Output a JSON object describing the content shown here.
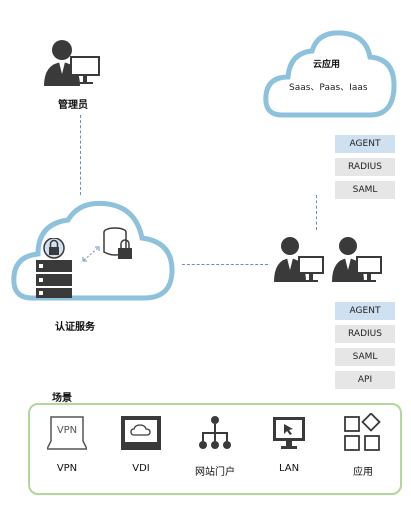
{
  "admin": {
    "label": "管理员",
    "icon": "admin-user-icon"
  },
  "cloud_app": {
    "title": "云应用",
    "subtitle": "Saas、Paas、Iaas"
  },
  "auth_service": {
    "label": "认证服务",
    "icon": "auth-server-icon"
  },
  "cloud_protocols": [
    "AGENT",
    "RADIUS",
    "SAML"
  ],
  "user_protocols": [
    "AGENT",
    "RADIUS",
    "SAML",
    "API"
  ],
  "scenarios": {
    "title": "场景",
    "items": [
      {
        "label": "VPN",
        "icon": "vpn-device-icon",
        "icon_text": "VPN"
      },
      {
        "label": "VDI",
        "icon": "vdi-monitor-icon"
      },
      {
        "label": "网站门户",
        "icon": "network-tree-icon"
      },
      {
        "label": "LAN",
        "icon": "lan-monitor-icon"
      },
      {
        "label": "应用",
        "icon": "app-grid-icon"
      }
    ]
  },
  "colors": {
    "cloud_stroke": "#8ec1dc",
    "protocol_highlight": "#cfe0f1",
    "protocol_bg": "#e6e6e6",
    "scene_border": "#b5d69a"
  }
}
